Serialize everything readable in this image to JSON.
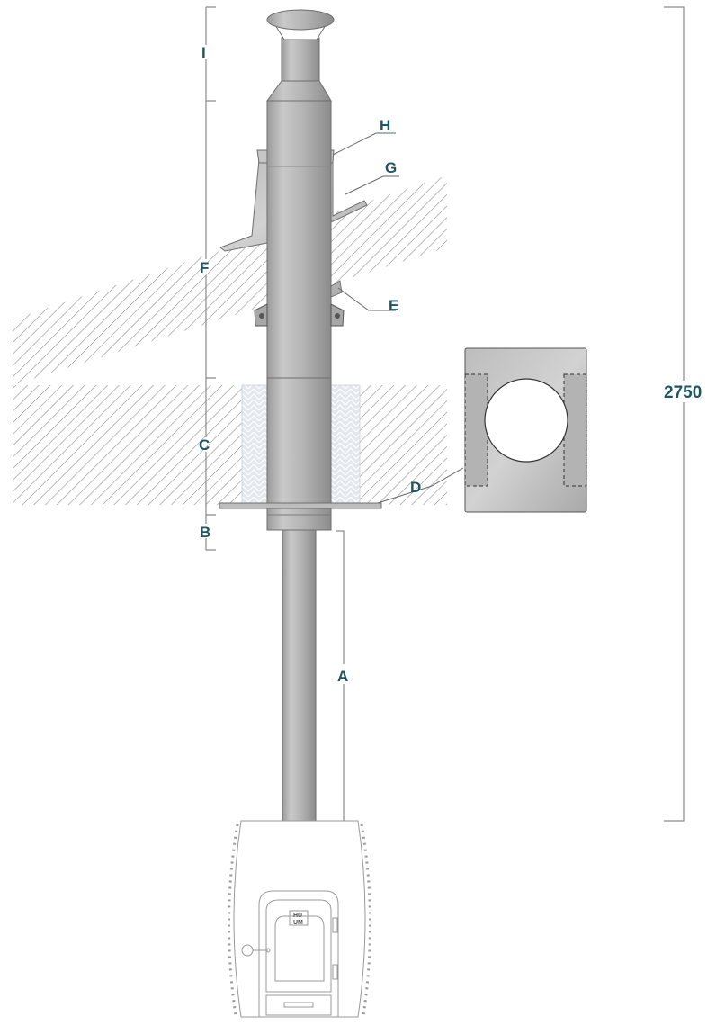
{
  "labels": {
    "a": "A",
    "b": "B",
    "c": "C",
    "d": "D",
    "e": "E",
    "f": "F",
    "g": "G",
    "h": "H",
    "i": "I"
  },
  "total_height": "2750",
  "stove_logo": {
    "line1": "HU",
    "line2": "UM"
  },
  "colors": {
    "label": "#1f5560",
    "pipe": "#b9b9b9",
    "pipe_dark": "#8e8e8e",
    "hatch": "#9a9a9a",
    "insulation": "#dde4ea",
    "dimension_line": "#8a8a8a"
  }
}
